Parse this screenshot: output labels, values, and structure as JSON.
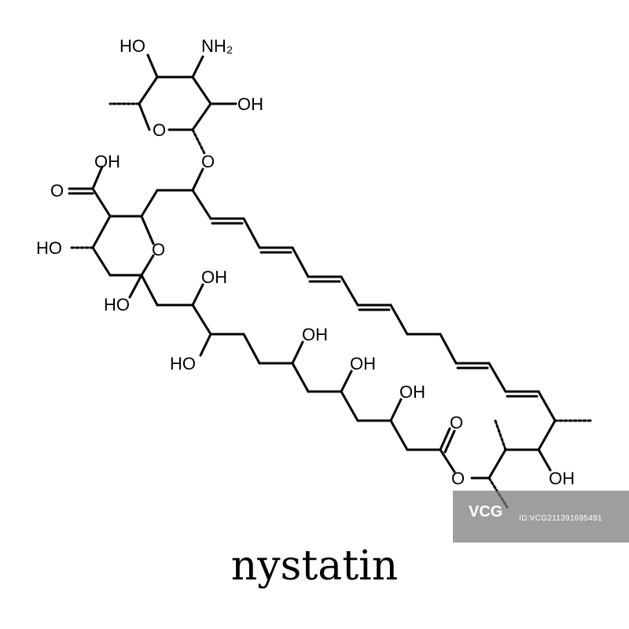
{
  "molecule": {
    "name": "nystatin",
    "labels": {
      "NH2": "NH₂",
      "OH": "OH",
      "HO": "HO",
      "O": "O"
    }
  },
  "watermark": {
    "logo_text": "VCG",
    "image_id": "ID:VCG211391695491"
  },
  "colors": {
    "bond": "#000000",
    "background": "#ffffff",
    "watermark_panel": "#787878"
  }
}
